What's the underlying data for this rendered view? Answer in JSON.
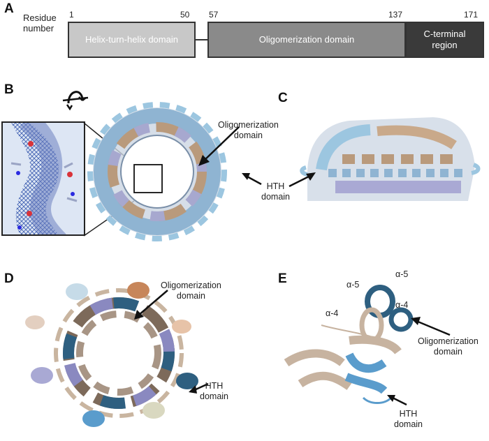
{
  "panels": {
    "a": "A",
    "b": "B",
    "c": "C",
    "d": "D",
    "e": "E"
  },
  "residue_label": {
    "line1": "Residue",
    "line2": "number"
  },
  "residue_numbers": {
    "n1": "1",
    "n50": "50",
    "n57": "57",
    "n137": "137",
    "n171": "171"
  },
  "domains": {
    "hth": "Helix-turn-helix domain",
    "oligo": "Oligomerization domain",
    "cterm_line1": "C-terminal",
    "cterm_line2": "region"
  },
  "colors": {
    "hth_box": "#c8c8c8",
    "oligo_box": "#8a8a8a",
    "cterm_box": "#3a3a3a",
    "tan": "#c9a98a",
    "light_blue": "#9cc6e0",
    "lavender": "#a9a9d4",
    "dark_blue": "#2e5f80",
    "density_blue": "#3f63b0"
  },
  "annotations": {
    "b_oligo_line1": "Oligomerization",
    "b_oligo_line2": "domain",
    "c_hth_line1": "HTH",
    "c_hth_line2": "domain",
    "d_oligo_line1": "Oligomerization",
    "d_oligo_line2": "domain",
    "d_hth_line1": "HTH",
    "d_hth_line2": "domain",
    "e_a5_left": "α-5",
    "e_a5_right": "α-5",
    "e_a4_left": "α-4",
    "e_a4_right": "α-4",
    "e_oligo_line1": "Oligomerization",
    "e_oligo_line2": "domain",
    "e_hth_line1": "HTH",
    "e_hth_line2": "domain"
  },
  "icons": {
    "rotate": "rotate-arrow-icon"
  }
}
